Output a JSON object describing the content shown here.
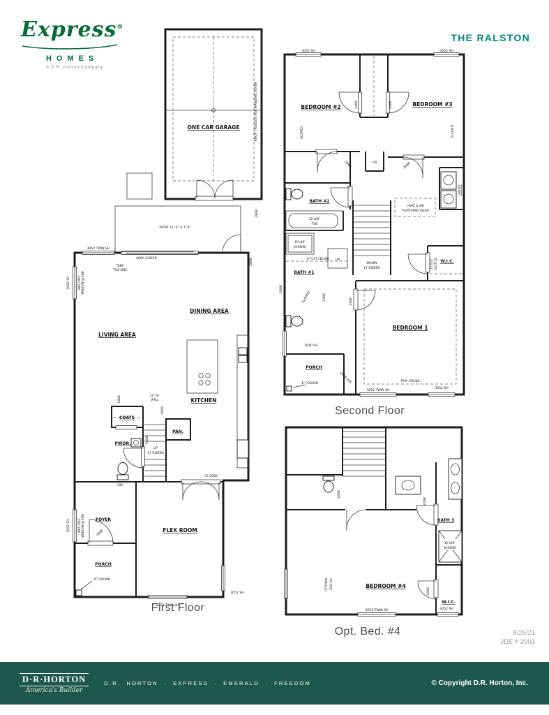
{
  "header": {
    "brand_script": "Express",
    "brand_reg": "®",
    "brand_homes": "HOMES",
    "brand_tagline": "A D.R. Horton Company",
    "plan_name": "THE RALSTON"
  },
  "meta": {
    "date": "8/26/21",
    "jde": "JDE # 2003"
  },
  "footer": {
    "logo_line1": "D·R·HORTON",
    "logo_line2": "America's Builder",
    "brands": "D.R. HORTON · EXPRESS · EMERALD · FREEDOM",
    "copyright": "© Copyright D.R. Horton, Inc."
  },
  "colors": {
    "brand_green": "#046A38",
    "ralston_teal": "#00857C",
    "footer_bg": "#1E584C",
    "plan_line": "#1c1c1c"
  },
  "first_floor": {
    "caption": "First Floor",
    "garage": "ONE CAR GARAGE",
    "roof_trusses": "ROOF TRUSSES PER MANUFACTURER",
    "patio": "PATIO 11'-0\" X 7'-0\"",
    "slider": "6080 SLIDER",
    "twin_sh_top": "3052 TWIN SH",
    "temp1": "TEMP",
    "temp2": "THIS SIDE",
    "sh_left_upper": "3052 SH",
    "unit_only_1a": "UNIT ONLY",
    "unit_only_1b": "WINDOW @ END",
    "dining": "DINING AREA",
    "living": "LIVING AREA",
    "kitchen": "KITCHEN",
    "hiwall1": "42\" HI-",
    "hiwall2": "WALL",
    "coats": "COATS",
    "pan": "PAN.",
    "pwdr": "PWDR.",
    "up": "UP",
    "risers": "17 RISERS",
    "d2468_a": "2468",
    "d2668_a": "2668",
    "d2468_b": "2468",
    "d298": "298",
    "double_2668": "(2) 2668",
    "d2668_b": "2668",
    "foyer": "FOYER",
    "sh_left_lower": "3052 SH",
    "unit_only_2a": "UNIT ONLY",
    "unit_only_2b": "WINDOW @ END",
    "flex": "FLEX ROOM",
    "porch": "PORCH",
    "column": "8\" COLUMN",
    "twin_sh_bottom": "3052 TWIN SH",
    "sh_bottom_right": "3052 SH",
    "d2868_a": "2868",
    "d2868_b": "2868"
  },
  "second_floor": {
    "caption": "Second Floor",
    "sh_top_left": "3052 SH",
    "sh_top_right": "3052 SH",
    "d2468_a": "2468",
    "d2468_b": "2468",
    "bedroom2": "BEDROOM #2",
    "bedroom3": "BEDROOM #3",
    "sloped_left": "SLOPED",
    "sloped_right": "SLOPED",
    "sloped_mid": "SLOPED",
    "d2668_a": "2668",
    "d2668_b": "2668",
    "lin1": "LIN",
    "lin2": "LIN",
    "bath2": "BATH #2",
    "tub1": "32\"x60\"",
    "tub2": "TUB",
    "laund": "LAUND.",
    "hvac1": "HVAC & WH",
    "hvac2": "PLATFORMS ABOVE",
    "shower1": "36\"x60\"",
    "shower2": "SHOWER",
    "flat_ceiling": "8' FLAT CEILING",
    "bath1": "BATH #1",
    "down": "DOWN",
    "risers": "17 RISERS",
    "wic": "W.I.C.",
    "scuttle1": "22\"x54\"",
    "scuttle2": "SCUTTLE",
    "d2868": "2868",
    "d2468_c": "2468",
    "d2468_d": "2468",
    "bedroom1": "BEDROOM 1",
    "tray": "TRAY CEILING",
    "sh_2640": "2640 SH",
    "porch": "PORCH",
    "column": "8\" COLUMN",
    "hsc": "2668 HSC",
    "twin_sh_bottom": "3052 TWIN SH",
    "sh_bottom_right": "3052 SH"
  },
  "opt_bed4": {
    "caption": "Opt. Bed. #4",
    "bath3": "BATH 3",
    "shower1": "36\"x60\"",
    "shower2": "SHOWER",
    "bedroom4": "BEDROOM #4",
    "wic": "W.I.C.",
    "optional1": "OPTIONAL",
    "optional2": "3052 SH",
    "d2468_a": "2468",
    "d2468_b": "2468",
    "d2468_c": "2468",
    "twin_sh_bottom": "3052 TWIN SH",
    "sh_bottom_right": "3052 SH"
  }
}
